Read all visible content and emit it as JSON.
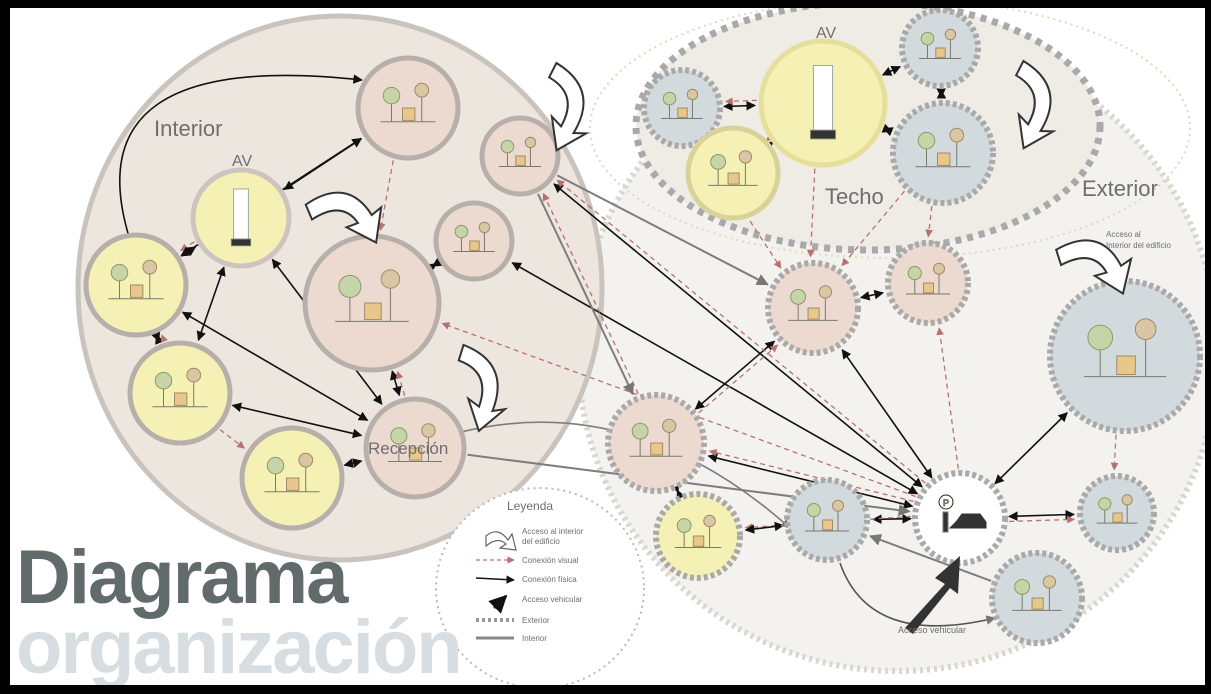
{
  "zones": {
    "interior": "Interior",
    "techo": "Techo",
    "exterior": "Exterior",
    "av_interior": "AV",
    "av_techo": "AV",
    "recepcion": "Recepción",
    "acceso_interior_line1": "Acceso al",
    "acceso_interior_line2": "Interior del edificio",
    "acceso_vehicular": "Acceso vehicular"
  },
  "title": {
    "line1": "Diagrama",
    "line2": "organización"
  },
  "legend": {
    "title": "Leyenda",
    "items": [
      {
        "label": "Acceso al interior",
        "label2": "del edificio",
        "symbol": "curved-arrow"
      },
      {
        "label": "Conexión visual",
        "symbol": "dashed-red-arrow"
      },
      {
        "label": "Conexión física",
        "symbol": "black-arrow"
      },
      {
        "label": "Acceso vehicular",
        "symbol": "bold-arrow"
      },
      {
        "label": "Exterior",
        "symbol": "dotted-thick-line"
      },
      {
        "label": "Interior",
        "symbol": "solid-gray-line"
      }
    ]
  },
  "colors": {
    "interior_fill": "#ece6df",
    "interior_stroke": "#c9c3bd",
    "exterior_fill": "#f4f2ee",
    "node_yellow": "#f5f0b4",
    "node_pink": "#ecd9d0",
    "node_gray": "#d3dadd",
    "visual_link": "#b87070",
    "physical_link": "#111111"
  }
}
